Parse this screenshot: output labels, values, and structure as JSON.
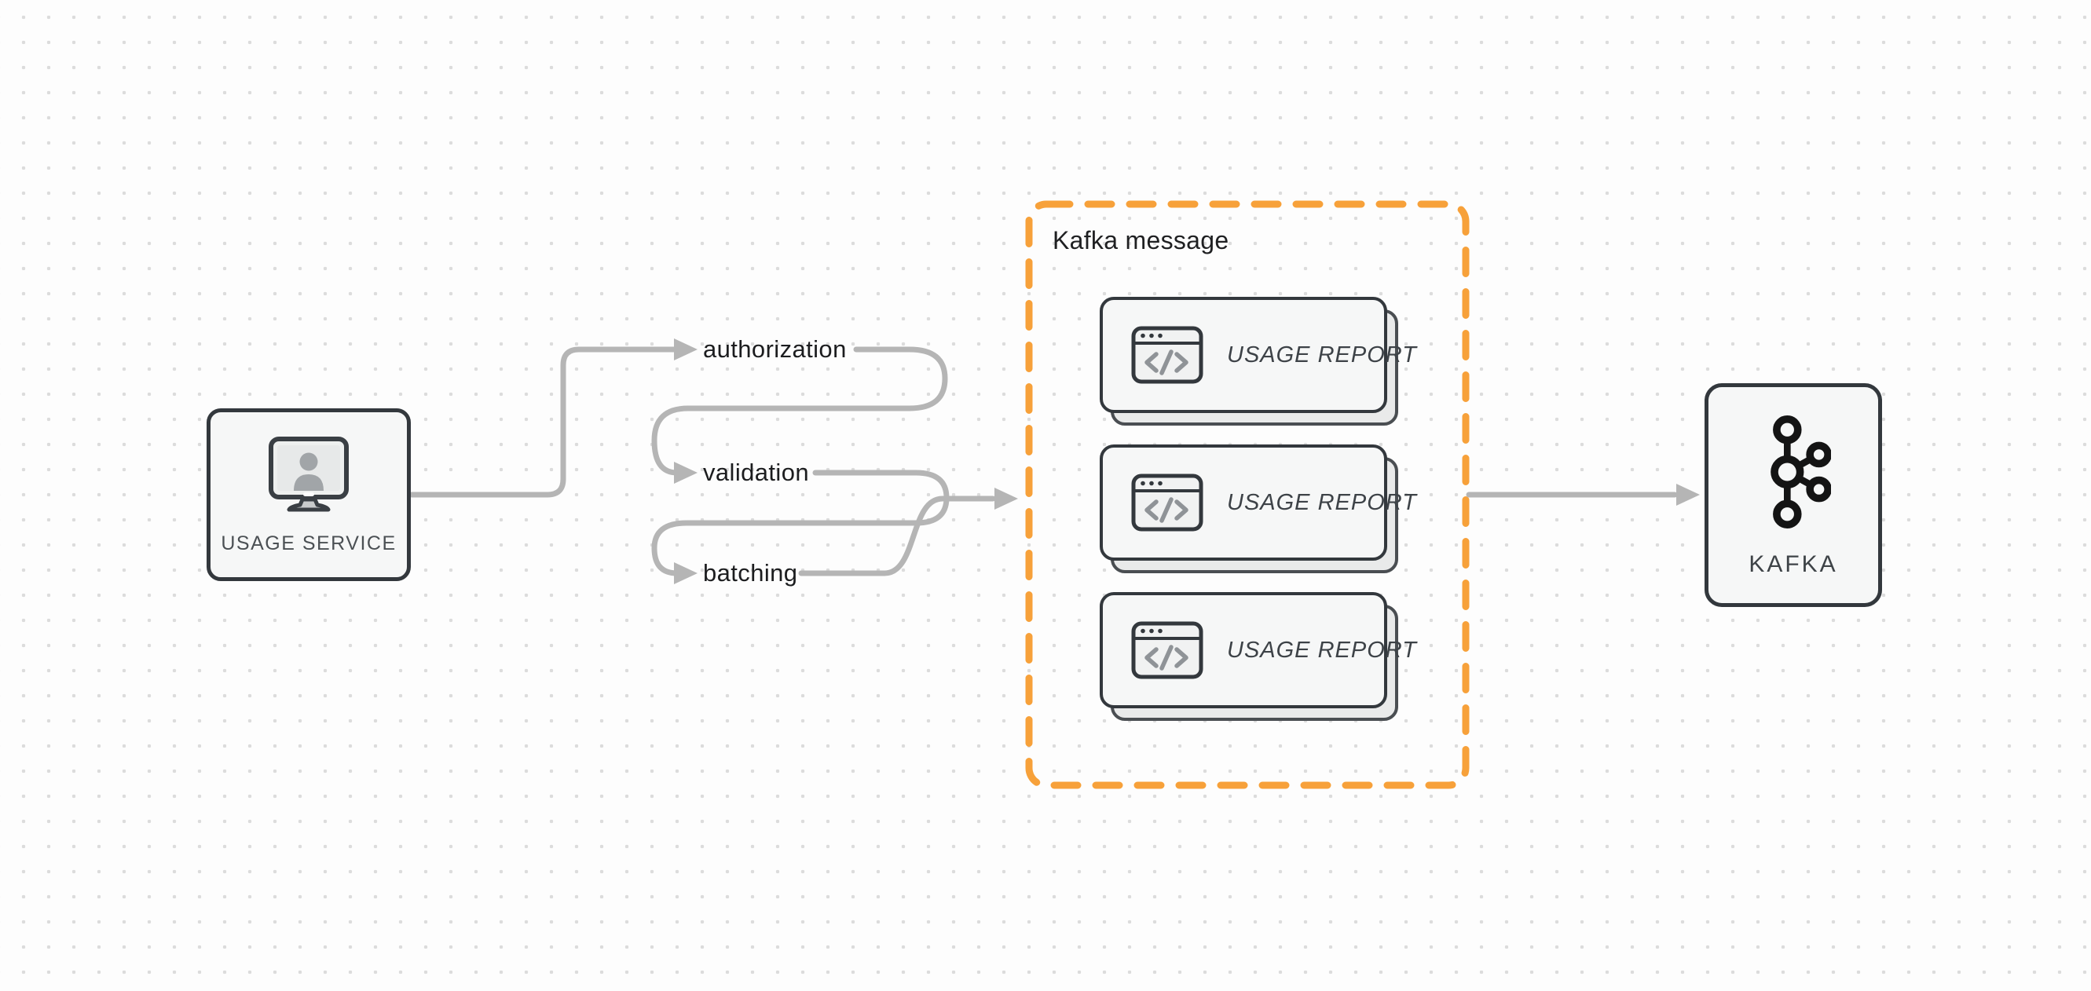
{
  "diagram": {
    "background": {
      "bg_color": "#fdfdfd",
      "dot_color": "#dcdcdc"
    },
    "colors": {
      "node_border": "#33383d",
      "node_fill": "#f6f7f7",
      "connector": "#b5b5b5",
      "group_border": "#F7A13A",
      "card_shadow_fill": "#e9eaea"
    },
    "nodes": {
      "usage_service": {
        "label": "USAGE SERVICE",
        "icon": "monitor-user-icon"
      },
      "kafka": {
        "label": "KAFKA",
        "icon": "kafka-logo-icon"
      }
    },
    "pipeline_steps": [
      {
        "label": "authorization"
      },
      {
        "label": "validation"
      },
      {
        "label": "batching"
      }
    ],
    "kafka_message_group": {
      "title": "Kafka message",
      "border_color": "#F7A13A",
      "cards": [
        {
          "label": "USAGE REPORT",
          "icon": "code-window-icon"
        },
        {
          "label": "USAGE REPORT",
          "icon": "code-window-icon"
        },
        {
          "label": "USAGE REPORT",
          "icon": "code-window-icon"
        }
      ]
    }
  }
}
